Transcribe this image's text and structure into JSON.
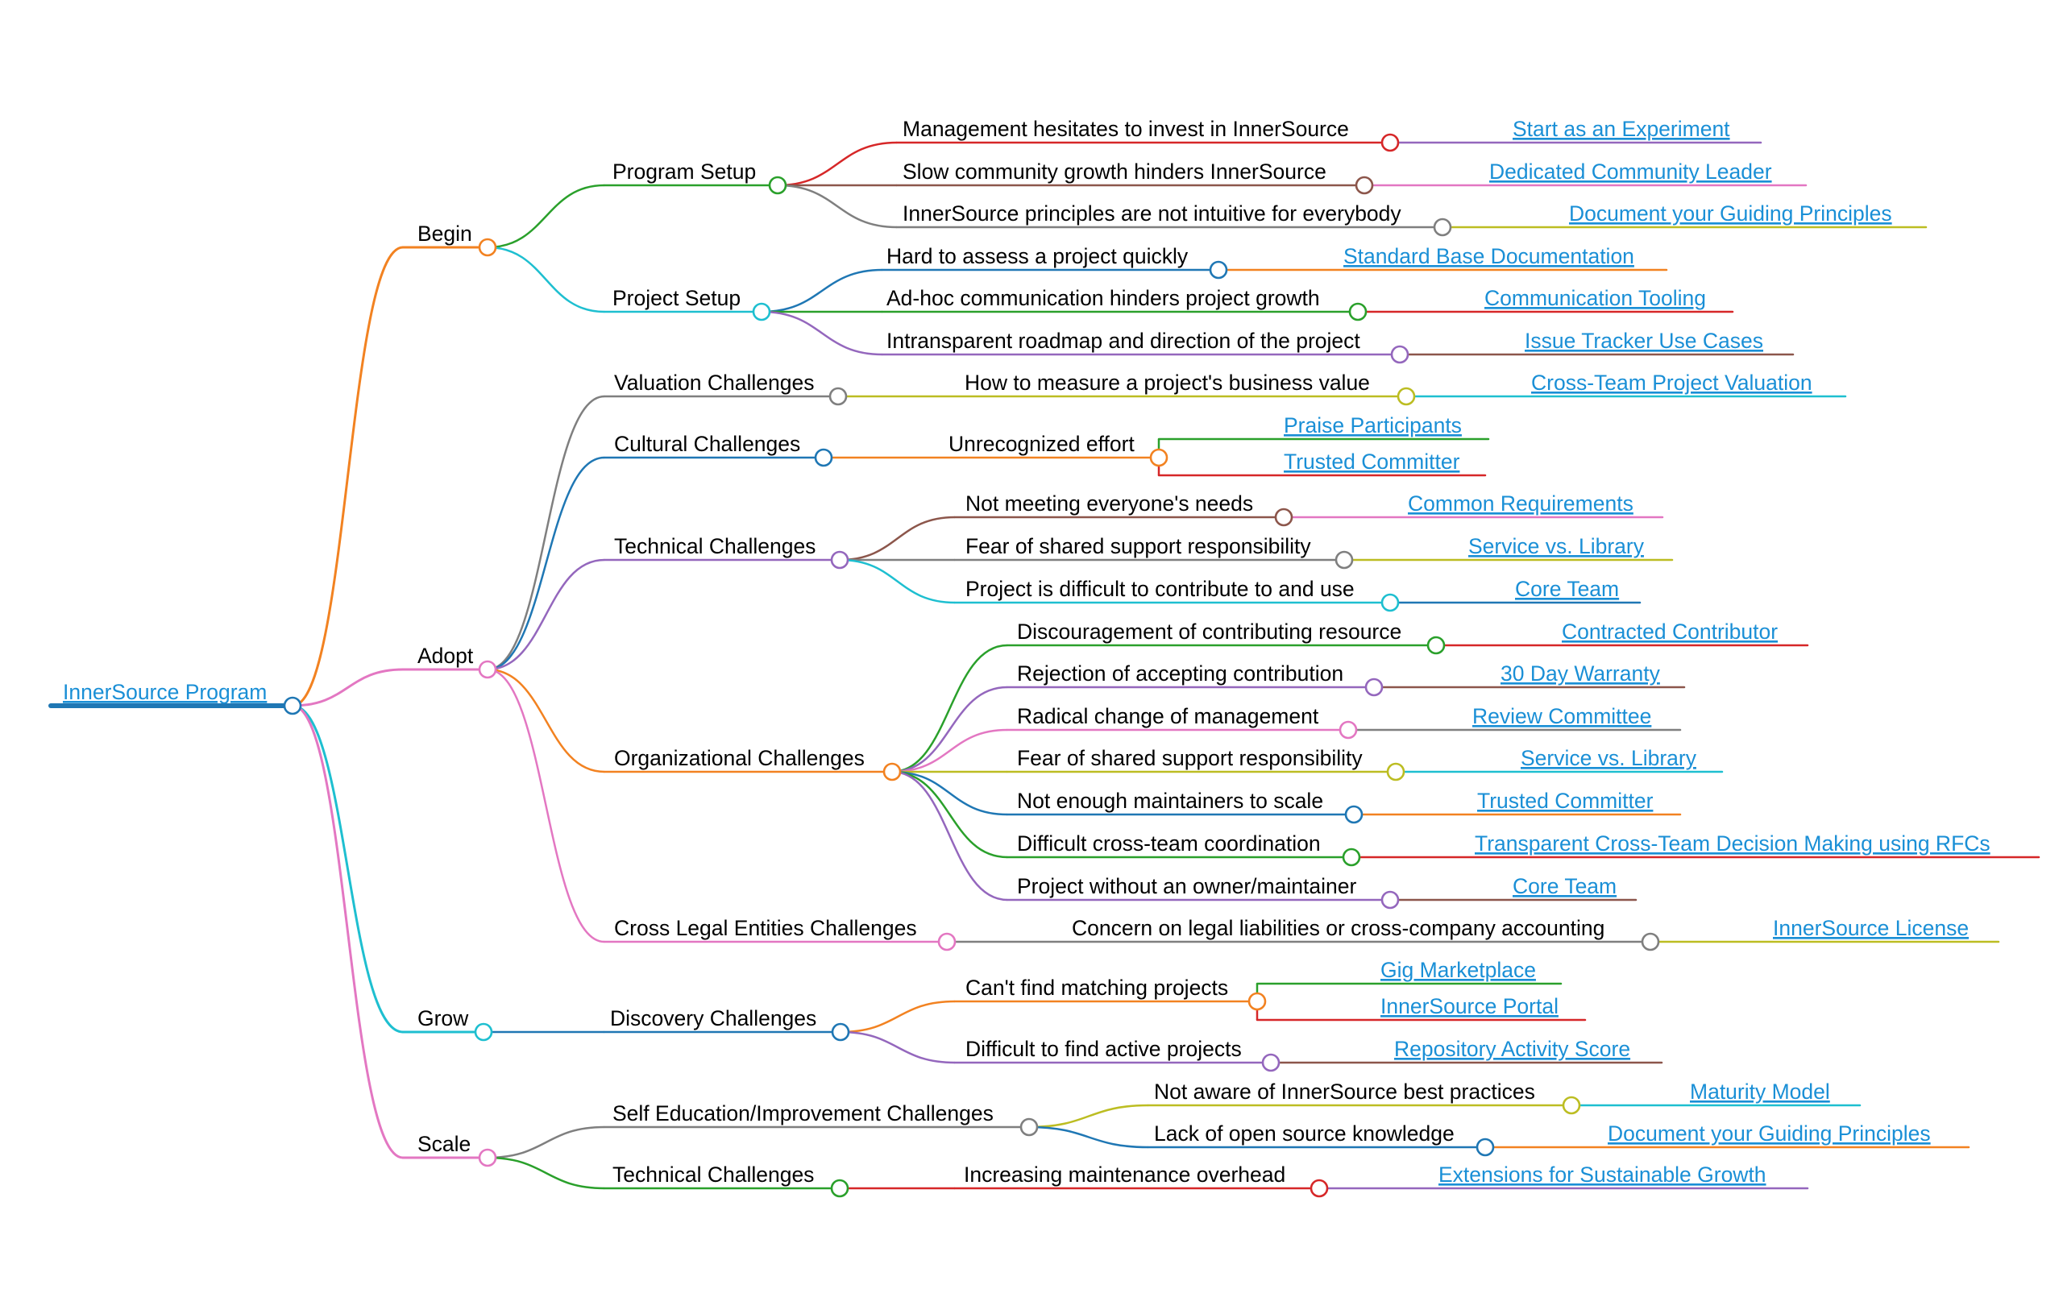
{
  "colors": {
    "orange": "#f28221",
    "green": "#2aa02b",
    "cyan": "#1ebfd0",
    "gray": "#7f7f7f",
    "blue": "#1f77b4",
    "purple": "#9467bd",
    "pink": "#e377c2",
    "red": "#d62728",
    "brown": "#8c564b",
    "olive": "#bcbd22",
    "link": "#1a8fd6"
  },
  "root": {
    "label": "InnerSource Program",
    "link": true,
    "color": "blue"
  },
  "nodes": [
    {
      "id": "begin",
      "parent": "root",
      "label": "Begin",
      "color": "orange"
    },
    {
      "id": "prog_setup",
      "parent": "begin",
      "label": "Program Setup",
      "color": "green"
    },
    {
      "id": "p1",
      "parent": "prog_setup",
      "label": "Management hesitates to invest in InnerSource",
      "color": "red"
    },
    {
      "id": "p1s",
      "parent": "p1",
      "label": "Start as an Experiment",
      "link": true,
      "color": "purple"
    },
    {
      "id": "p2",
      "parent": "prog_setup",
      "label": "Slow community growth hinders InnerSource",
      "color": "brown"
    },
    {
      "id": "p2s",
      "parent": "p2",
      "label": "Dedicated Community Leader",
      "link": true,
      "color": "pink"
    },
    {
      "id": "p3",
      "parent": "prog_setup",
      "label": "InnerSource principles are not intuitive for everybody",
      "color": "gray"
    },
    {
      "id": "p3s",
      "parent": "p3",
      "label": "Document your Guiding Principles",
      "link": true,
      "color": "olive"
    },
    {
      "id": "proj_setup",
      "parent": "begin",
      "label": "Project Setup",
      "color": "cyan"
    },
    {
      "id": "q1",
      "parent": "proj_setup",
      "label": "Hard to assess a project quickly",
      "color": "blue"
    },
    {
      "id": "q1s",
      "parent": "q1",
      "label": "Standard Base Documentation",
      "link": true,
      "color": "orange"
    },
    {
      "id": "q2",
      "parent": "proj_setup",
      "label": "Ad-hoc communication hinders project growth",
      "color": "green"
    },
    {
      "id": "q2s",
      "parent": "q2",
      "label": "Communication Tooling",
      "link": true,
      "color": "red"
    },
    {
      "id": "q3",
      "parent": "proj_setup",
      "label": "Intransparent roadmap and direction of the project",
      "color": "purple"
    },
    {
      "id": "q3s",
      "parent": "q3",
      "label": "Issue Tracker Use Cases",
      "link": true,
      "color": "brown"
    },
    {
      "id": "adopt",
      "parent": "root",
      "label": "Adopt",
      "color": "pink"
    },
    {
      "id": "val",
      "parent": "adopt",
      "label": "Valuation Challenges",
      "color": "gray"
    },
    {
      "id": "v1",
      "parent": "val",
      "label": "How to measure a project's business value",
      "color": "olive"
    },
    {
      "id": "v1s",
      "parent": "v1",
      "label": "Cross-Team Project Valuation",
      "link": true,
      "color": "cyan"
    },
    {
      "id": "cult",
      "parent": "adopt",
      "label": "Cultural Challenges",
      "color": "blue"
    },
    {
      "id": "c1",
      "parent": "cult",
      "label": "Unrecognized effort",
      "color": "orange"
    },
    {
      "id": "c1a",
      "parent": "c1",
      "label": "Praise Participants",
      "link": true,
      "color": "green"
    },
    {
      "id": "c1b",
      "parent": "c1",
      "label": "Trusted Committer",
      "link": true,
      "color": "red"
    },
    {
      "id": "tech",
      "parent": "adopt",
      "label": "Technical Challenges",
      "color": "purple"
    },
    {
      "id": "t1",
      "parent": "tech",
      "label": "Not meeting everyone's needs",
      "color": "brown"
    },
    {
      "id": "t1s",
      "parent": "t1",
      "label": "Common Requirements",
      "link": true,
      "color": "pink"
    },
    {
      "id": "t2",
      "parent": "tech",
      "label": "Fear of shared support responsibility",
      "color": "gray"
    },
    {
      "id": "t2s",
      "parent": "t2",
      "label": "Service vs. Library",
      "link": true,
      "color": "olive"
    },
    {
      "id": "t3",
      "parent": "tech",
      "label": "Project is difficult to contribute to and use",
      "color": "cyan"
    },
    {
      "id": "t3s",
      "parent": "t3",
      "label": "Core Team",
      "link": true,
      "color": "blue"
    },
    {
      "id": "org",
      "parent": "adopt",
      "label": "Organizational Challenges",
      "color": "orange"
    },
    {
      "id": "o1",
      "parent": "org",
      "label": "Discouragement of contributing resource",
      "color": "green"
    },
    {
      "id": "o1s",
      "parent": "o1",
      "label": "Contracted Contributor",
      "link": true,
      "color": "red"
    },
    {
      "id": "o2",
      "parent": "org",
      "label": "Rejection of accepting contribution",
      "color": "purple"
    },
    {
      "id": "o2s",
      "parent": "o2",
      "label": "30 Day Warranty",
      "link": true,
      "color": "brown"
    },
    {
      "id": "o3",
      "parent": "org",
      "label": "Radical change of management",
      "color": "pink"
    },
    {
      "id": "o3s",
      "parent": "o3",
      "label": "Review Committee",
      "link": true,
      "color": "gray"
    },
    {
      "id": "o4",
      "parent": "org",
      "label": "Fear of shared support responsibility",
      "color": "olive"
    },
    {
      "id": "o4s",
      "parent": "o4",
      "label": "Service vs. Library",
      "link": true,
      "color": "cyan"
    },
    {
      "id": "o5",
      "parent": "org",
      "label": "Not enough maintainers to scale",
      "color": "blue"
    },
    {
      "id": "o5s",
      "parent": "o5",
      "label": "Trusted Committer",
      "link": true,
      "color": "orange"
    },
    {
      "id": "o6",
      "parent": "org",
      "label": "Difficult cross-team coordination",
      "color": "green"
    },
    {
      "id": "o6s",
      "parent": "o6",
      "label": "Transparent Cross-Team Decision Making using RFCs",
      "link": true,
      "color": "red"
    },
    {
      "id": "o7",
      "parent": "org",
      "label": "Project without an owner/maintainer",
      "color": "purple"
    },
    {
      "id": "o7s",
      "parent": "o7",
      "label": "Core Team",
      "link": true,
      "color": "brown"
    },
    {
      "id": "legal",
      "parent": "adopt",
      "label": "Cross Legal Entities Challenges",
      "color": "pink"
    },
    {
      "id": "l1",
      "parent": "legal",
      "label": "Concern on legal liabilities or cross-company accounting",
      "color": "gray"
    },
    {
      "id": "l1s",
      "parent": "l1",
      "label": "InnerSource License",
      "link": true,
      "color": "olive"
    },
    {
      "id": "grow",
      "parent": "root",
      "label": "Grow",
      "color": "cyan"
    },
    {
      "id": "disc",
      "parent": "grow",
      "label": "Discovery Challenges",
      "color": "blue"
    },
    {
      "id": "d1",
      "parent": "disc",
      "label": "Can't find matching projects",
      "color": "orange"
    },
    {
      "id": "d1a",
      "parent": "d1",
      "label": "Gig Marketplace",
      "link": true,
      "color": "green"
    },
    {
      "id": "d1b",
      "parent": "d1",
      "label": "InnerSource Portal",
      "link": true,
      "color": "red"
    },
    {
      "id": "d2",
      "parent": "disc",
      "label": "Difficult to find active projects",
      "color": "purple"
    },
    {
      "id": "d2s",
      "parent": "d2",
      "label": "Repository Activity Score",
      "link": true,
      "color": "brown"
    },
    {
      "id": "scale",
      "parent": "root",
      "label": "Scale",
      "color": "pink"
    },
    {
      "id": "self",
      "parent": "scale",
      "label": "Self Education/Improvement Challenges",
      "color": "gray"
    },
    {
      "id": "s1",
      "parent": "self",
      "label": "Not aware of InnerSource best practices",
      "color": "olive"
    },
    {
      "id": "s1s",
      "parent": "s1",
      "label": "Maturity Model",
      "link": true,
      "color": "cyan"
    },
    {
      "id": "s2",
      "parent": "self",
      "label": "Lack of open source knowledge",
      "color": "blue"
    },
    {
      "id": "s2s",
      "parent": "s2",
      "label": "Document your Guiding Principles",
      "link": true,
      "color": "orange"
    },
    {
      "id": "stech",
      "parent": "scale",
      "label": "Technical Challenges",
      "color": "green"
    },
    {
      "id": "st1",
      "parent": "stech",
      "label": "Increasing maintenance overhead",
      "color": "red"
    },
    {
      "id": "st1s",
      "parent": "st1",
      "label": "Extensions for Sustainable Growth",
      "link": true,
      "color": "purple"
    }
  ]
}
